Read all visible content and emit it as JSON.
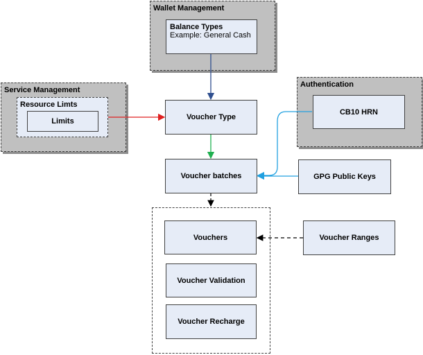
{
  "groups": {
    "wallet_management": {
      "title": "Wallet Management",
      "balance_types": {
        "title": "Balance Types",
        "example": "Example: General Cash"
      }
    },
    "service_management": {
      "title": "Service Management",
      "resource_limits": {
        "title": "Resource Limts",
        "limits": "Limits"
      }
    },
    "authentication": {
      "title": "Authentication",
      "cb10_hrn": "CB10 HRN"
    }
  },
  "nodes": {
    "voucher_type": "Voucher Type",
    "voucher_batches": "Voucher batches",
    "gpg_public_keys": "GPG Public Keys",
    "vouchers": "Vouchers",
    "voucher_validation": "Voucher Validation",
    "voucher_recharge": "Voucher Recharge",
    "voucher_ranges": "Voucher Ranges"
  },
  "connector_colors": {
    "wallet_to_voucher_type": "#2f4f8f",
    "limits_to_voucher_type": "#e02020",
    "voucher_type_to_batches": "#20b050",
    "auth_to_batches": "#20a0e0",
    "batches_to_vouchers": "#000000",
    "ranges_to_vouchers": "#000000"
  }
}
